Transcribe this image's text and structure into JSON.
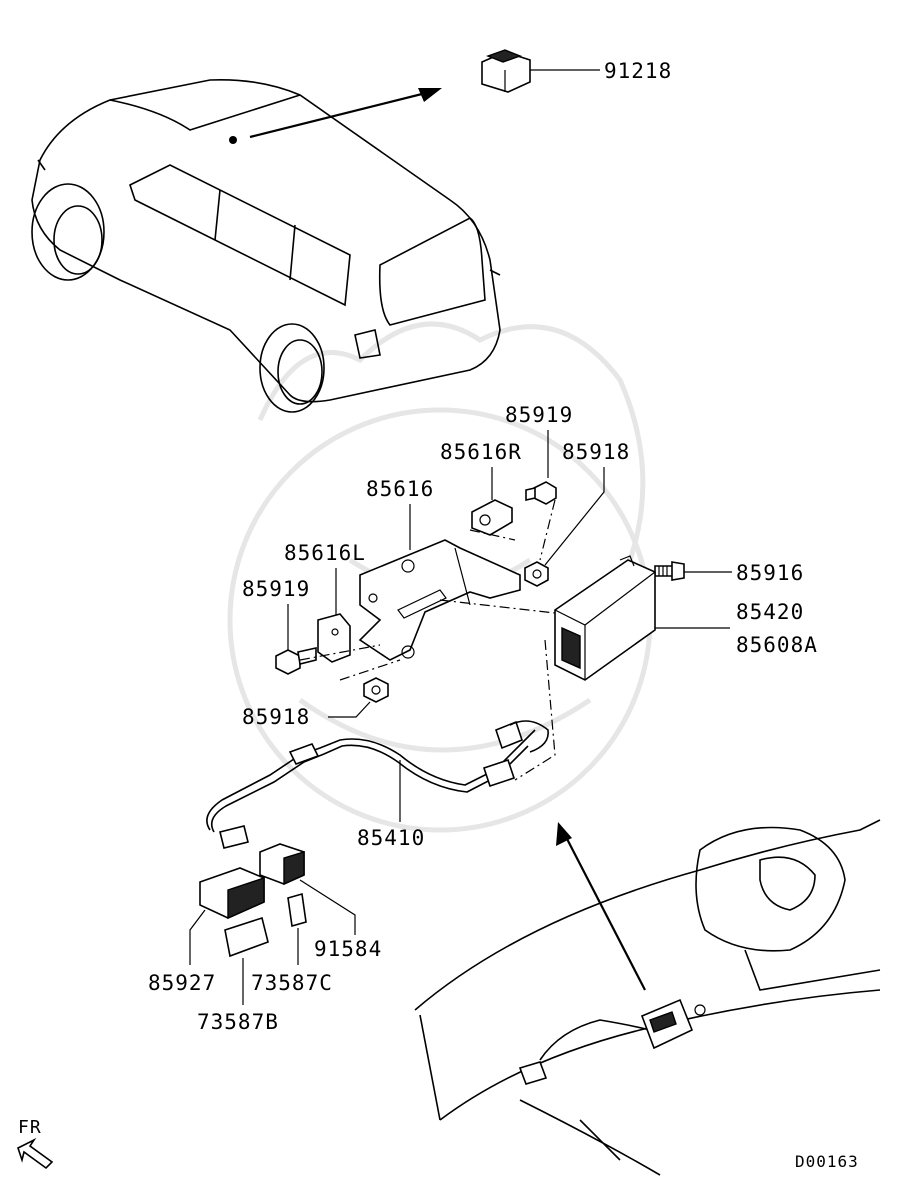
{
  "labels": {
    "p91218": "91218",
    "p85919_top": "85919",
    "p85616R": "85616R",
    "p85918_top": "85918",
    "p85616": "85616",
    "p85616L": "85616L",
    "p85919_left": "85919",
    "p85916": "85916",
    "p85420": "85420",
    "p85608A": "85608A",
    "p85918_bottom": "85918",
    "p85410": "85410",
    "p91584": "91584",
    "p85927": "85927",
    "p73587C": "73587C",
    "p73587B": "73587B",
    "fr": "FR",
    "ref_code": "D00163"
  }
}
